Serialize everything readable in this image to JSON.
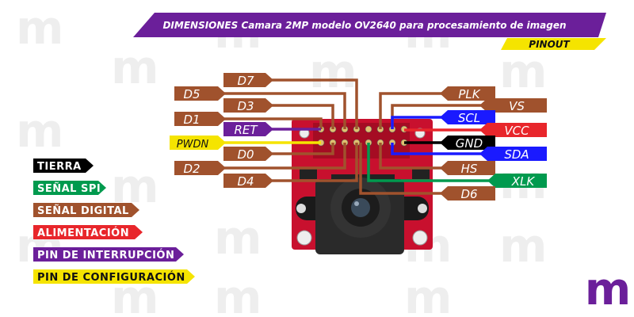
{
  "header": {
    "title": "DIMENSIONES Camara 2MP modelo OV2640 para procesamiento de imagen",
    "subtitle": "PINOUT"
  },
  "pins": {
    "d7": "D7",
    "d5": "D5",
    "d3": "D3",
    "d1": "D1",
    "ret": "RET",
    "pwdn": "PWDN",
    "d0": "D0",
    "d2": "D2",
    "d4": "D4",
    "plk": "PLK",
    "vs": "VS",
    "scl": "SCL",
    "vcc": "VCC",
    "gnd": "GND",
    "sda": "SDA",
    "hs": "HS",
    "xlk": "XLK",
    "d6": "D6"
  },
  "legend": [
    {
      "label": "TIERRA",
      "color": "#000000"
    },
    {
      "label": "SEÑAL SPI",
      "color": "#009a4e"
    },
    {
      "label": "SEÑAL DIGITAL",
      "color": "#a0522d"
    },
    {
      "label": "ALIMENTACIÓN",
      "color": "#e8262b"
    },
    {
      "label": "PIN DE INTERRUPCIÓN",
      "color": "#6b1f9a"
    },
    {
      "label": "PIN DE CONFIGURACIÓN",
      "color": "#f5e400"
    }
  ],
  "colors": {
    "digital": "#a0522d",
    "spi_scl": "#1a1aff",
    "power": "#e8262b",
    "ground": "#000000",
    "interrupt": "#6b1f9a",
    "config": "#f5e400",
    "spi_xlk": "#009a4e",
    "header": "#6b1f9a",
    "board": "#c8102e"
  },
  "logo": {
    "letter": "m"
  }
}
